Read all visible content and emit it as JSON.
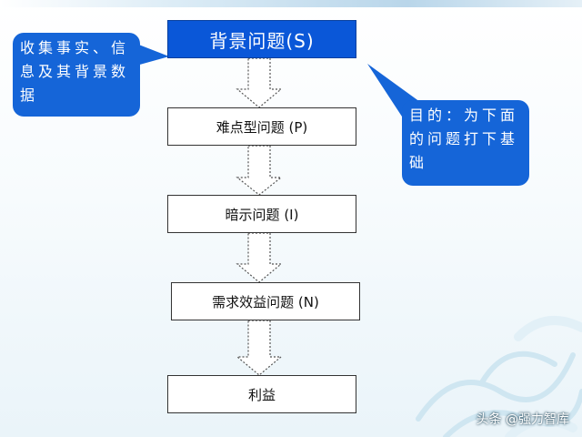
{
  "flow": {
    "step1": "背景问题(S)",
    "step2": "难点型问题 (P)",
    "step3": "暗示问题 (I)",
    "step4": "需求效益问题 (N)",
    "step5": "利益"
  },
  "callouts": {
    "left": "收集事实、信息及其背景数据",
    "right": "目的：为下面的问题打下基础"
  },
  "watermark": "头条 @强力智库",
  "colors": {
    "header_fill": "#0a57d8",
    "callout_fill": "#1565d8",
    "box_border": "#333333"
  }
}
